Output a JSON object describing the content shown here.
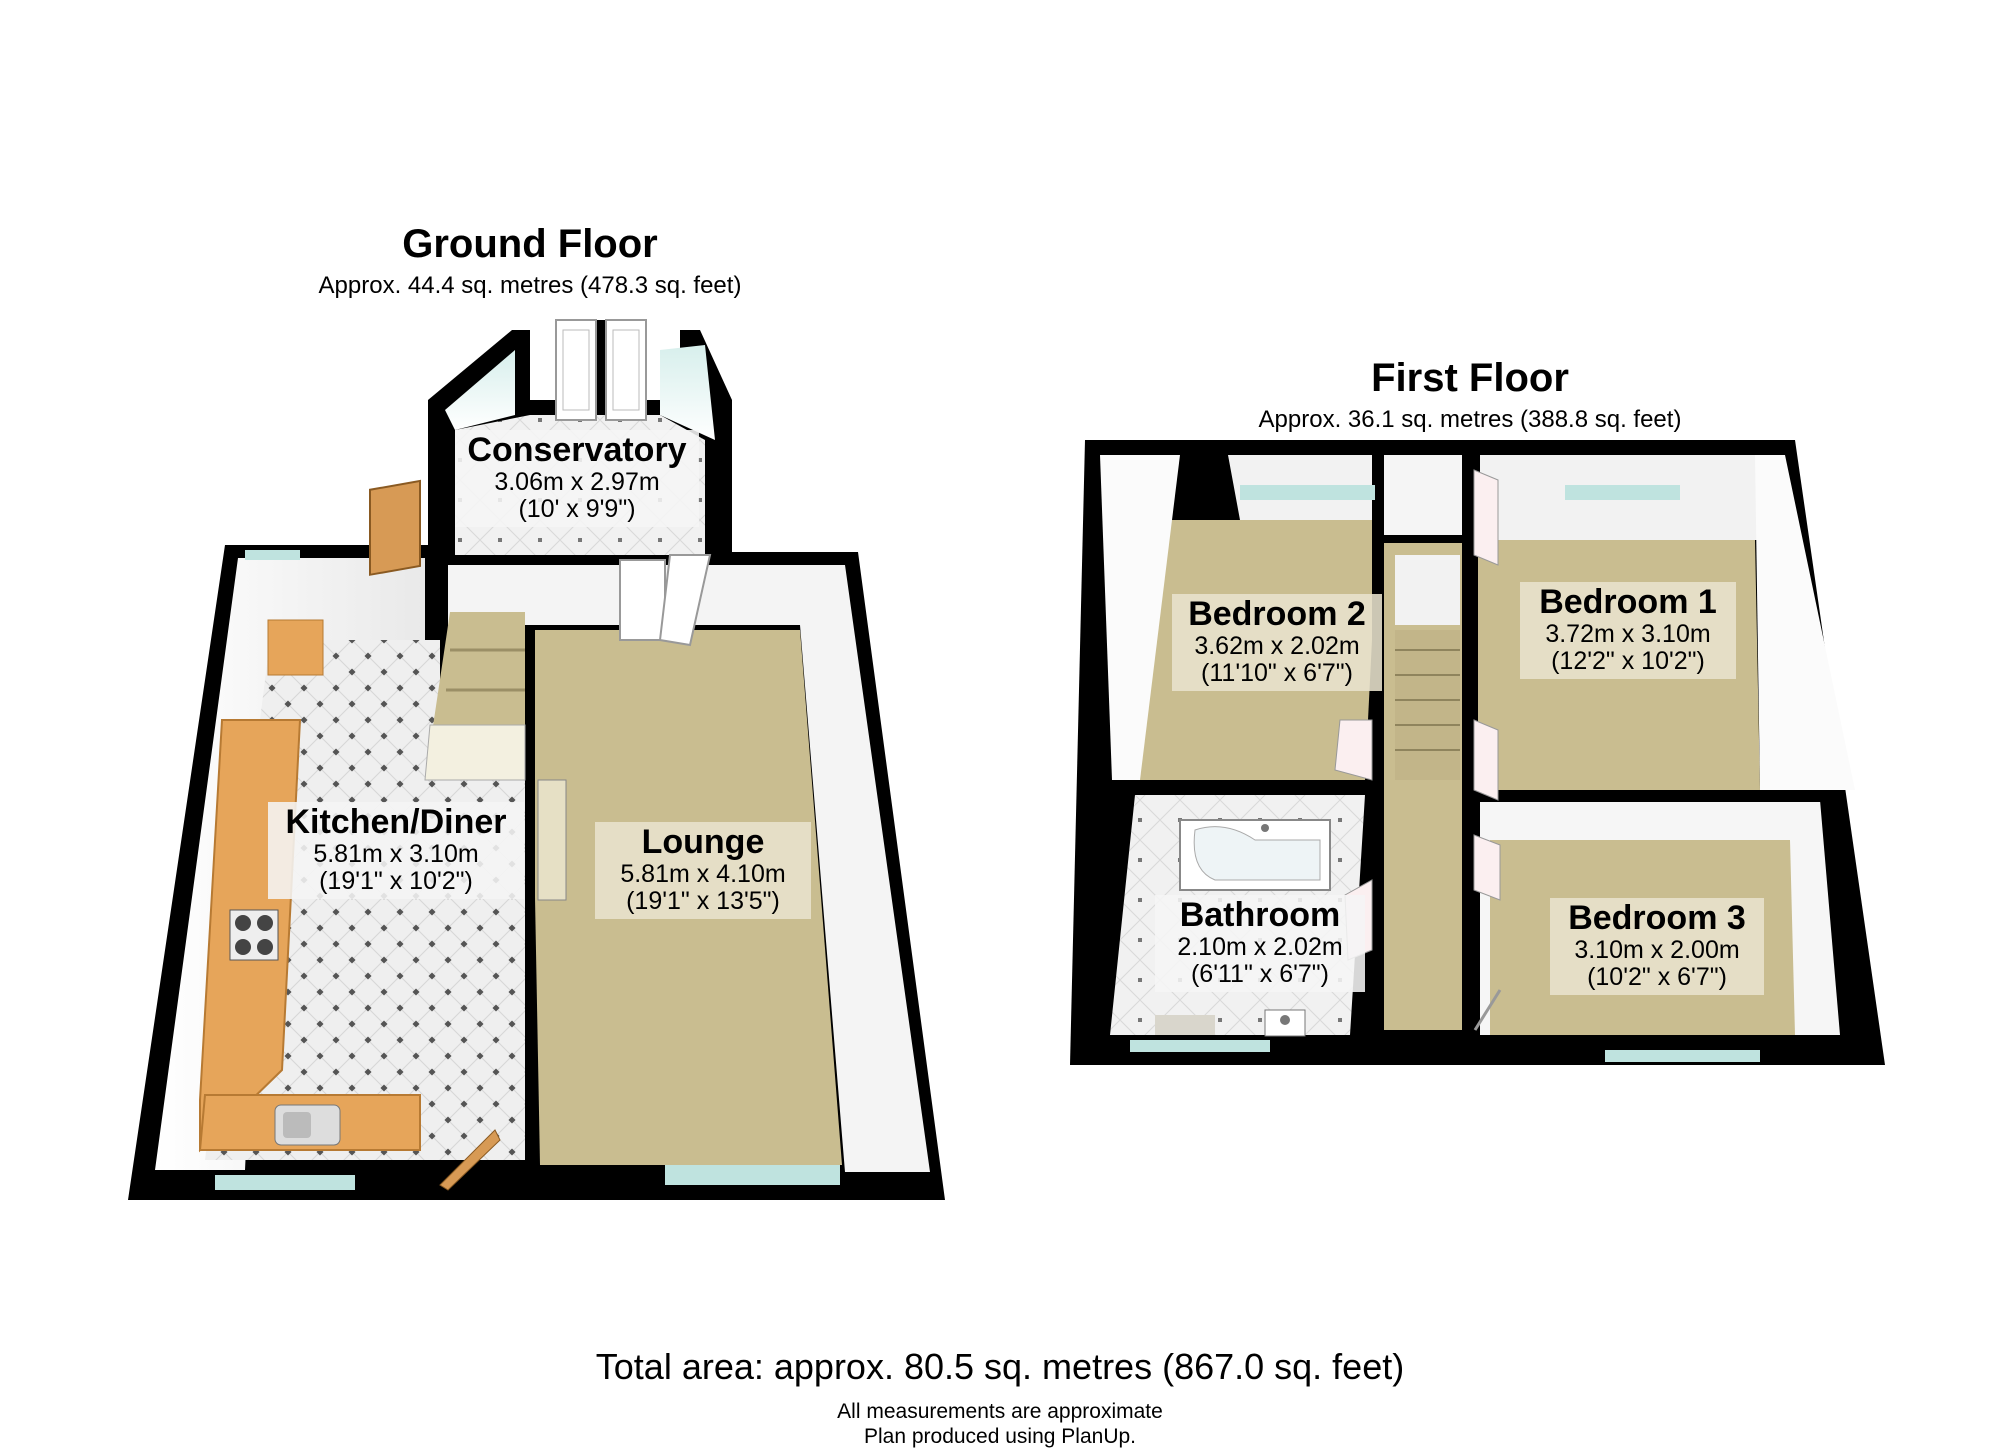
{
  "ground_floor": {
    "title": "Ground Floor",
    "area": "Approx. 44.4 sq. metres (478.3 sq. feet)",
    "rooms": [
      {
        "name": "Conservatory",
        "metric": "3.06m x 2.97m",
        "imperial": "(10' x 9'9\")"
      },
      {
        "name": "Kitchen/Diner",
        "metric": "5.81m x 3.10m",
        "imperial": "(19'1\" x 10'2\")"
      },
      {
        "name": "Lounge",
        "metric": "5.81m x 4.10m",
        "imperial": "(19'1\" x 13'5\")"
      }
    ]
  },
  "first_floor": {
    "title": "First Floor",
    "area": "Approx. 36.1 sq. metres (388.8 sq. feet)",
    "rooms": [
      {
        "name": "Bedroom 2",
        "metric": "3.62m x 2.02m",
        "imperial": "(11'10\" x 6'7\")"
      },
      {
        "name": "Bedroom 1",
        "metric": "3.72m x 3.10m",
        "imperial": "(12'2\" x 10'2\")"
      },
      {
        "name": "Bathroom",
        "metric": "2.10m x 2.02m",
        "imperial": "(6'11\" x 6'7\")"
      },
      {
        "name": "Bedroom 3",
        "metric": "3.10m x 2.00m",
        "imperial": "(10'2\" x 6'7\")"
      }
    ]
  },
  "total": "Total area: approx. 80.5 sq. metres (867.0 sq. feet)",
  "notes": {
    "line1": "All measurements are approximate",
    "line2": "Plan produced using PlanUp."
  },
  "colors": {
    "wall": "#000000",
    "carpet": "#c9bd90",
    "tile": "#ececec",
    "worktop": "#e6a55a",
    "window": "#bfe3df",
    "inner_wall": "#ffffff"
  },
  "icons": [
    "door-icon",
    "stairs-icon",
    "bath-icon",
    "hob-icon",
    "sink-icon",
    "basin-icon",
    "window-icon"
  ]
}
